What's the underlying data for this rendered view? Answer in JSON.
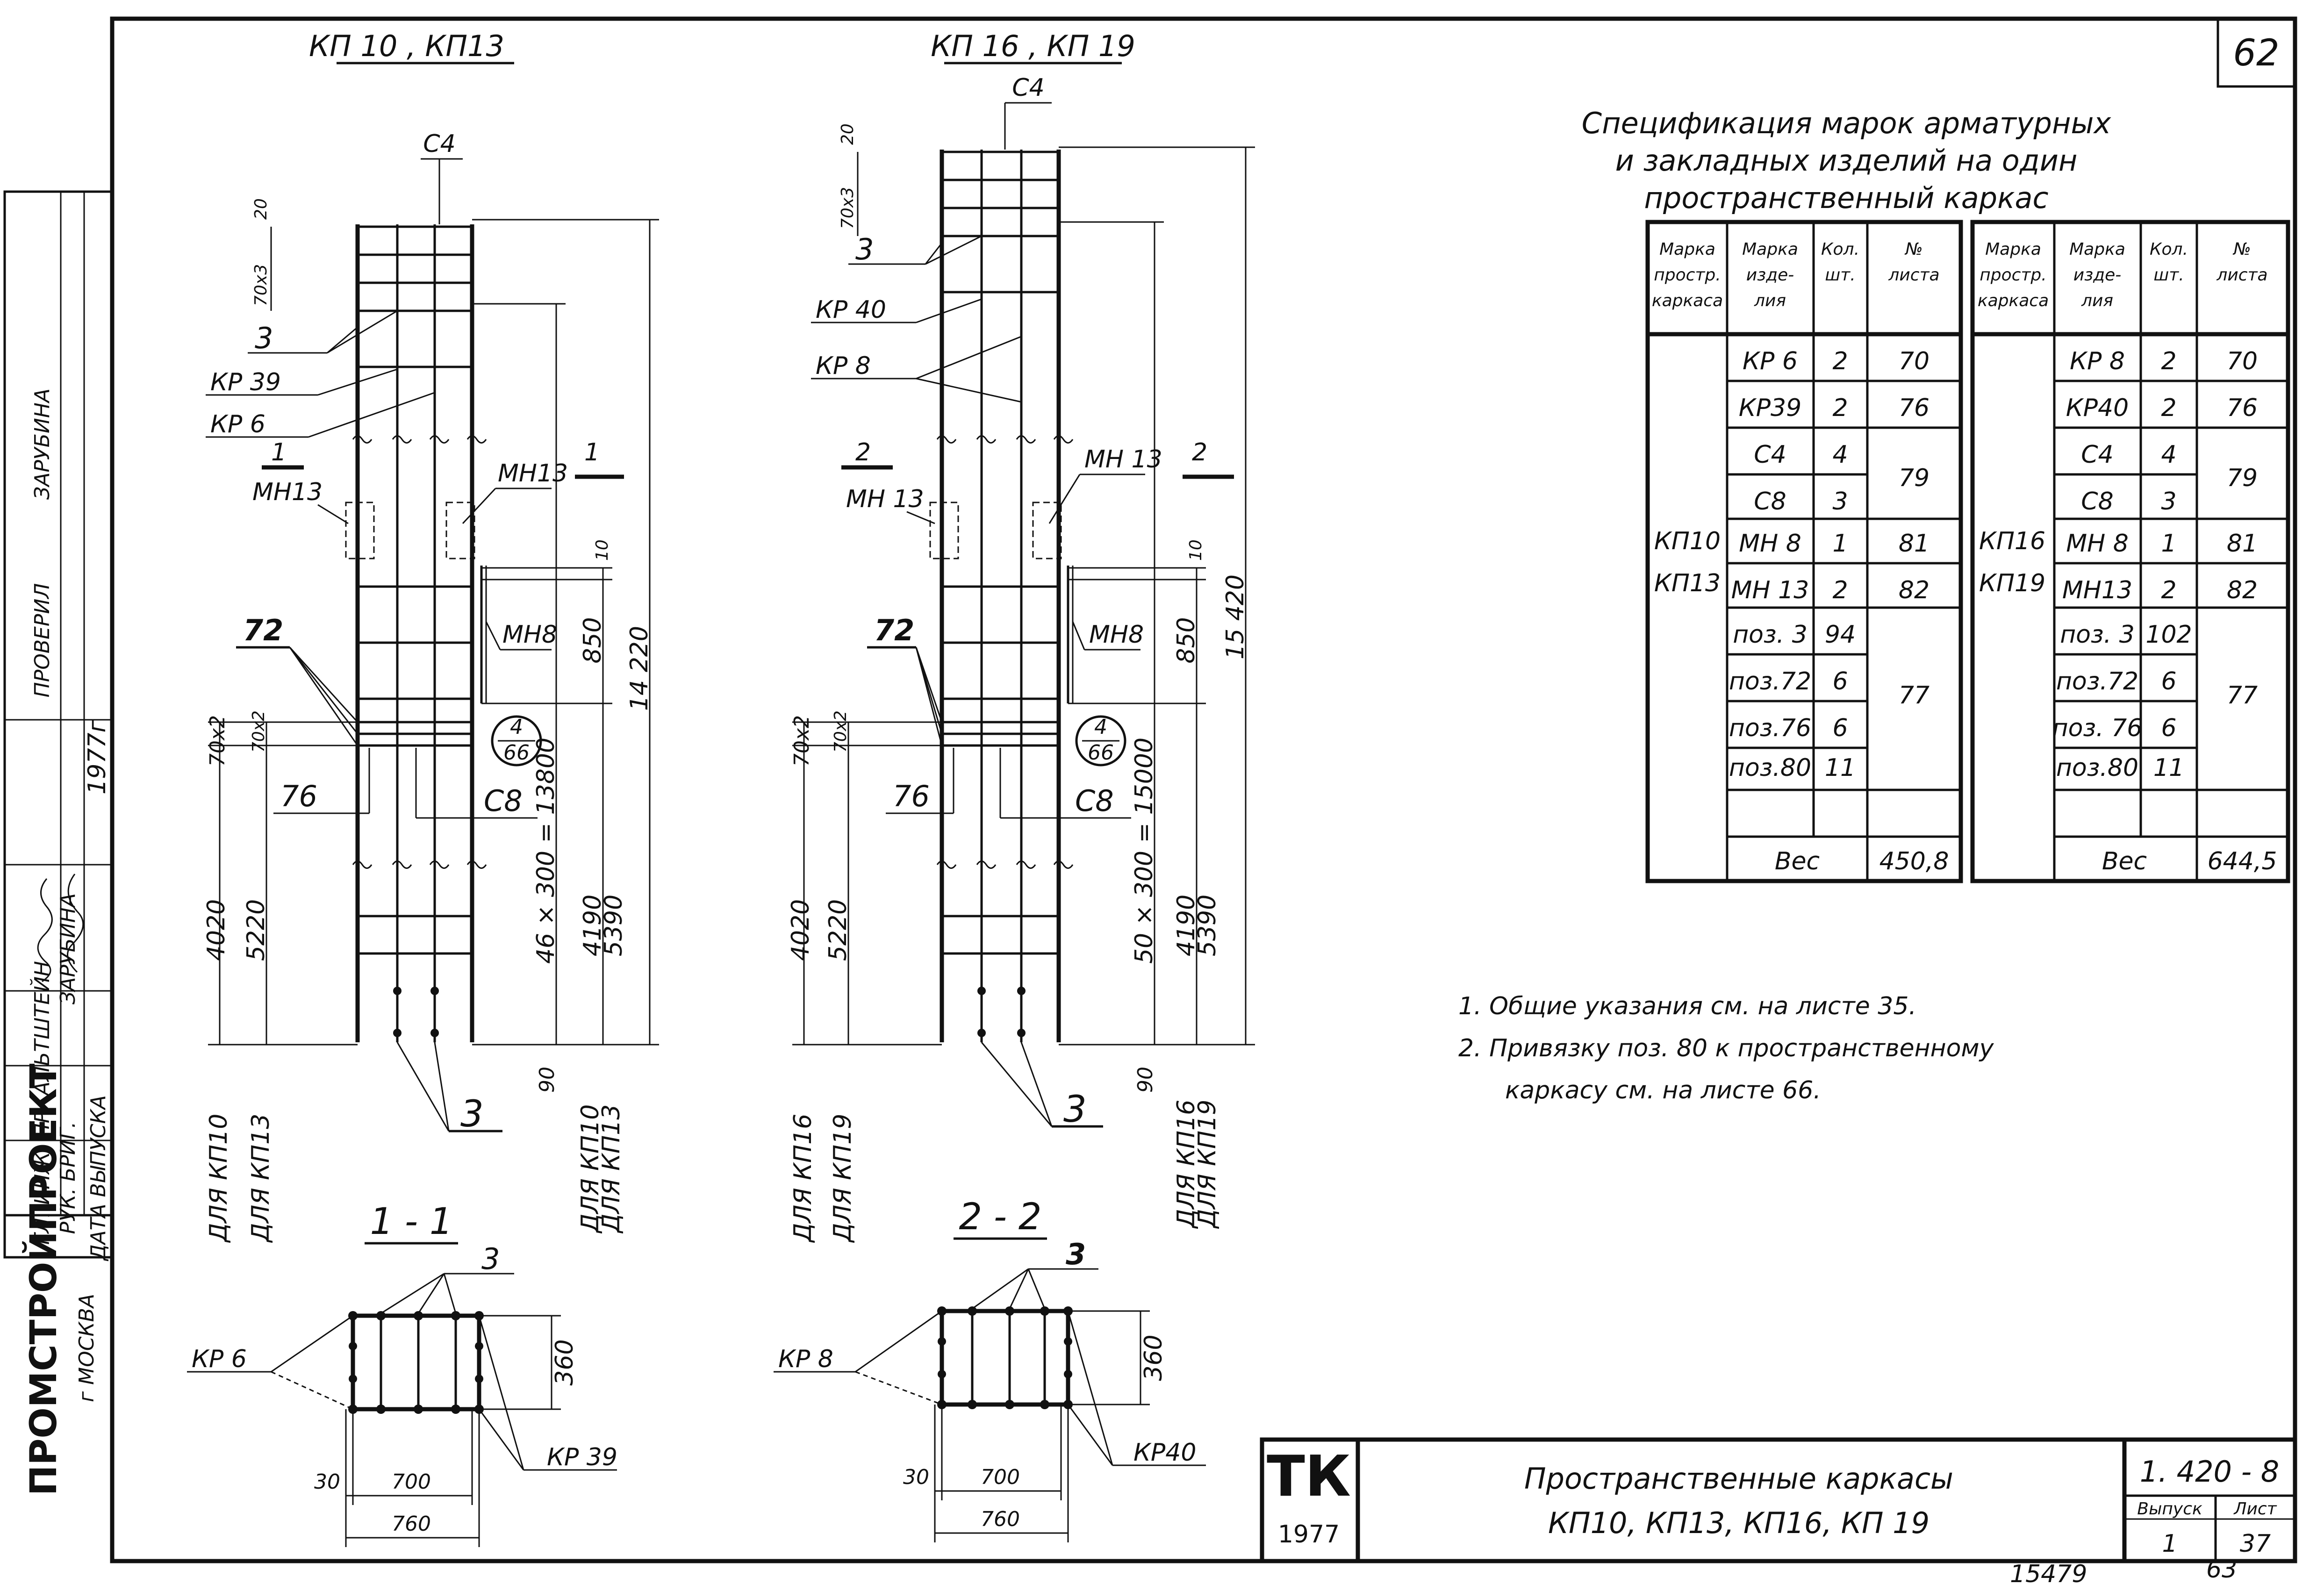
{
  "sheet": {
    "page_number": "62",
    "bottom_left_number": "15479",
    "bottom_right_number": "63"
  },
  "side_stamp": {
    "org": "ПРОМСТРОЙПРОЕКТ",
    "city": "г МОСКВА",
    "roles": [
      "ГЛ. ИНЖ. ПР",
      "РУК. БРИГ.",
      "ДАТА ВЫПУСКА"
    ],
    "names": [
      "АЛЬТШТЕЙН",
      "ЗАРУБИНА"
    ],
    "year": "1977г",
    "checked_label": "ПРОВЕРИЛ",
    "checked_name": "ЗАРУБИНА"
  },
  "frame_left": {
    "title": "КП 10 , КП13",
    "top_label": "С4",
    "dims_top": [
      "20",
      "70х3"
    ],
    "labels": {
      "pos3": "3",
      "kr39": "КР 39",
      "kr6": "КР 6",
      "mn13_left": "МН13",
      "mn13_right": "МН13",
      "mn8": "МН8",
      "pos72": "72",
      "pos76": "76",
      "c8": "С8",
      "pos3_bottom": "3",
      "section_left": "1",
      "section_right": "1",
      "callout_num": "4",
      "callout_den": "66"
    },
    "dims_left": [
      "70х2",
      "70х2",
      "4020",
      "5220"
    ],
    "dims_right": [
      "10",
      "850",
      "14 220",
      "46 × 300 = 13800",
      "4190",
      "5390",
      "90"
    ],
    "bottom_labels": [
      "ДЛЯ КП10",
      "ДЛЯ КП13",
      "ДЛЯ КП10",
      "ДЛЯ КП13"
    ]
  },
  "frame_right": {
    "title": "КП 16 , КП 19",
    "top_label": "С4",
    "dims_top": [
      "20",
      "70х3"
    ],
    "labels": {
      "pos3": "3",
      "kr40": "КР 40",
      "kr8": "КР 8",
      "mn13_left": "МН 13",
      "mn13_right": "МН 13",
      "mn8": "МН8",
      "pos72": "72",
      "pos76": "76",
      "c8": "С8",
      "pos3_bottom": "3",
      "section_left": "2",
      "section_right": "2",
      "callout_num": "4",
      "callout_den": "66"
    },
    "dims_left": [
      "70х2",
      "70х2",
      "4020",
      "5220"
    ],
    "dims_right": [
      "10",
      "850",
      "15 420",
      "50 × 300 = 15000",
      "4190",
      "5390",
      "90"
    ],
    "bottom_labels": [
      "ДЛЯ КП16",
      "ДЛЯ КП19",
      "ДЛЯ КП16",
      "ДЛЯ КП19"
    ]
  },
  "section_1": {
    "title": "1 - 1",
    "label_pos3": "3",
    "label_left": "КР 6",
    "label_right": "КР 39",
    "dim_height": "360",
    "dim_30": "30",
    "dim_700": "700",
    "dim_760": "760"
  },
  "section_2": {
    "title": "2 - 2",
    "label_pos3": "3",
    "label_left": "КР 8",
    "label_right": "КР40",
    "dim_height": "360",
    "dim_30": "30",
    "dim_700": "700",
    "dim_760": "760"
  },
  "spec": {
    "title_lines": [
      "Спецификация марок арматурных",
      "и закладных изделий на один",
      "пространственный каркас"
    ],
    "headers": [
      "Марка простр. каркаса",
      "Марка изде- лия",
      "Кол. шт.",
      "№ листа"
    ],
    "left": {
      "frame_marks": [
        "КП10",
        "КП13"
      ],
      "rows": [
        {
          "item": "КР 6",
          "qty": "2",
          "sheet": "70"
        },
        {
          "item": "КР39",
          "qty": "2",
          "sheet": "76"
        },
        {
          "item": "С4",
          "qty": "4",
          "sheet": "79"
        },
        {
          "item": "С8",
          "qty": "3",
          "sheet": ""
        },
        {
          "item": "МН 8",
          "qty": "1",
          "sheet": "81"
        },
        {
          "item": "МН 13",
          "qty": "2",
          "sheet": "82"
        },
        {
          "item": "поз. 3",
          "qty": "94",
          "sheet": "77"
        },
        {
          "item": "поз.72",
          "qty": "6",
          "sheet": ""
        },
        {
          "item": "поз.76",
          "qty": "6",
          "sheet": ""
        },
        {
          "item": "поз.80",
          "qty": "11",
          "sheet": ""
        }
      ],
      "weight_label": "Вес",
      "weight_value": "450,8"
    },
    "right": {
      "frame_marks": [
        "КП16",
        "КП19"
      ],
      "rows": [
        {
          "item": "КР 8",
          "qty": "2",
          "sheet": "70"
        },
        {
          "item": "КР40",
          "qty": "2",
          "sheet": "76"
        },
        {
          "item": "С4",
          "qty": "4",
          "sheet": "79"
        },
        {
          "item": "С8",
          "qty": "3",
          "sheet": ""
        },
        {
          "item": "МН 8",
          "qty": "1",
          "sheet": "81"
        },
        {
          "item": "МН13",
          "qty": "2",
          "sheet": "82"
        },
        {
          "item": "поз. 3",
          "qty": "102",
          "sheet": "77"
        },
        {
          "item": "поз.72",
          "qty": "6",
          "sheet": ""
        },
        {
          "item": "поз. 76",
          "qty": "6",
          "sheet": ""
        },
        {
          "item": "поз.80",
          "qty": "11",
          "sheet": ""
        }
      ],
      "weight_label": "Вес",
      "weight_value": "644,5"
    }
  },
  "notes": [
    "1.  Общие указания  см.  на  листе  35.",
    "2.  Привязку   поз. 80   к  пространственному",
    "каркасу   см.  на  листе  66."
  ],
  "title_block": {
    "mark": "ТК",
    "year": "1977",
    "title_line1": "Пространственные   каркасы",
    "title_line2": "КП10,   КП13,   КП16,   КП 19",
    "code": "1. 420 - 8",
    "issue_label": "Выпуск",
    "issue_value": "1",
    "sheet_label": "Лист",
    "sheet_value": "37"
  }
}
